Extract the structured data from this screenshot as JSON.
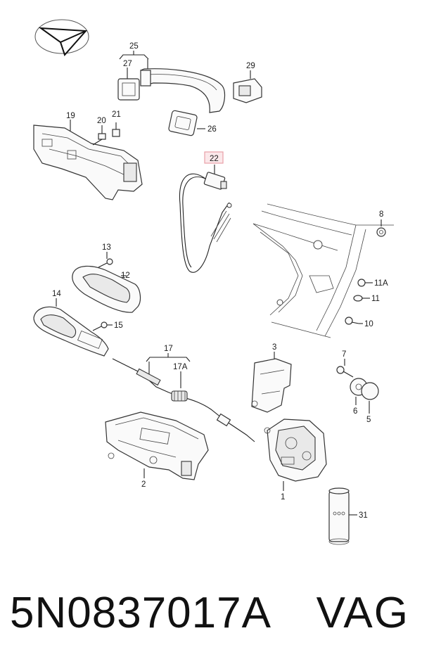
{
  "callouts": [
    {
      "id": "c25",
      "text": "25"
    },
    {
      "id": "c27",
      "text": "27"
    },
    {
      "id": "c29",
      "text": "29"
    },
    {
      "id": "c26",
      "text": "26"
    },
    {
      "id": "c19",
      "text": "19"
    },
    {
      "id": "c20",
      "text": "20"
    },
    {
      "id": "c21",
      "text": "21"
    },
    {
      "id": "c22",
      "text": "22"
    },
    {
      "id": "c8",
      "text": "8"
    },
    {
      "id": "c13",
      "text": "13"
    },
    {
      "id": "c12",
      "text": "12"
    },
    {
      "id": "c11A",
      "text": "11A"
    },
    {
      "id": "c11",
      "text": "11"
    },
    {
      "id": "c14",
      "text": "14"
    },
    {
      "id": "c15",
      "text": "15"
    },
    {
      "id": "c10",
      "text": "10"
    },
    {
      "id": "c17",
      "text": "17"
    },
    {
      "id": "c17A",
      "text": "17A"
    },
    {
      "id": "c3",
      "text": "3"
    },
    {
      "id": "c7",
      "text": "7"
    },
    {
      "id": "c6",
      "text": "6"
    },
    {
      "id": "c5",
      "text": "5"
    },
    {
      "id": "c2",
      "text": "2"
    },
    {
      "id": "c1",
      "text": "1"
    },
    {
      "id": "c31",
      "text": "31"
    }
  ],
  "highlight_color": "#e8a0a8",
  "footer": {
    "part_number": "5N0837017A",
    "brand": "VAG"
  }
}
